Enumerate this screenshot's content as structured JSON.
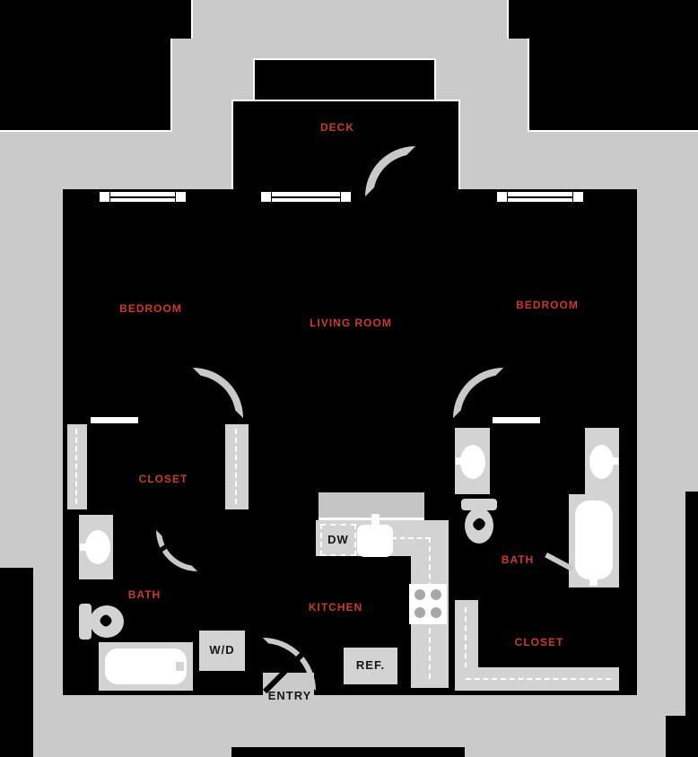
{
  "colors": {
    "background": "#cacaca",
    "unit": "#000000",
    "fixture": "#d3d3d3",
    "island": "#c5c5c5",
    "arc": "#c9c9c9",
    "label_red": "#ce3b23",
    "label_dark": "#161616"
  },
  "rooms": {
    "deck": "DECK",
    "bedroom_left": "BEDROOM",
    "living_room": "LIVING ROOM",
    "bedroom_right": "BEDROOM",
    "closet_left": "CLOSET",
    "bath_left": "BATH",
    "kitchen": "KITCHEN",
    "bath_right": "BATH",
    "closet_right": "CLOSET"
  },
  "appliances": {
    "dishwasher": "DW",
    "refrigerator": "REF.",
    "washer_dryer": "W/D"
  },
  "entry": {
    "label": "ENTRY"
  }
}
